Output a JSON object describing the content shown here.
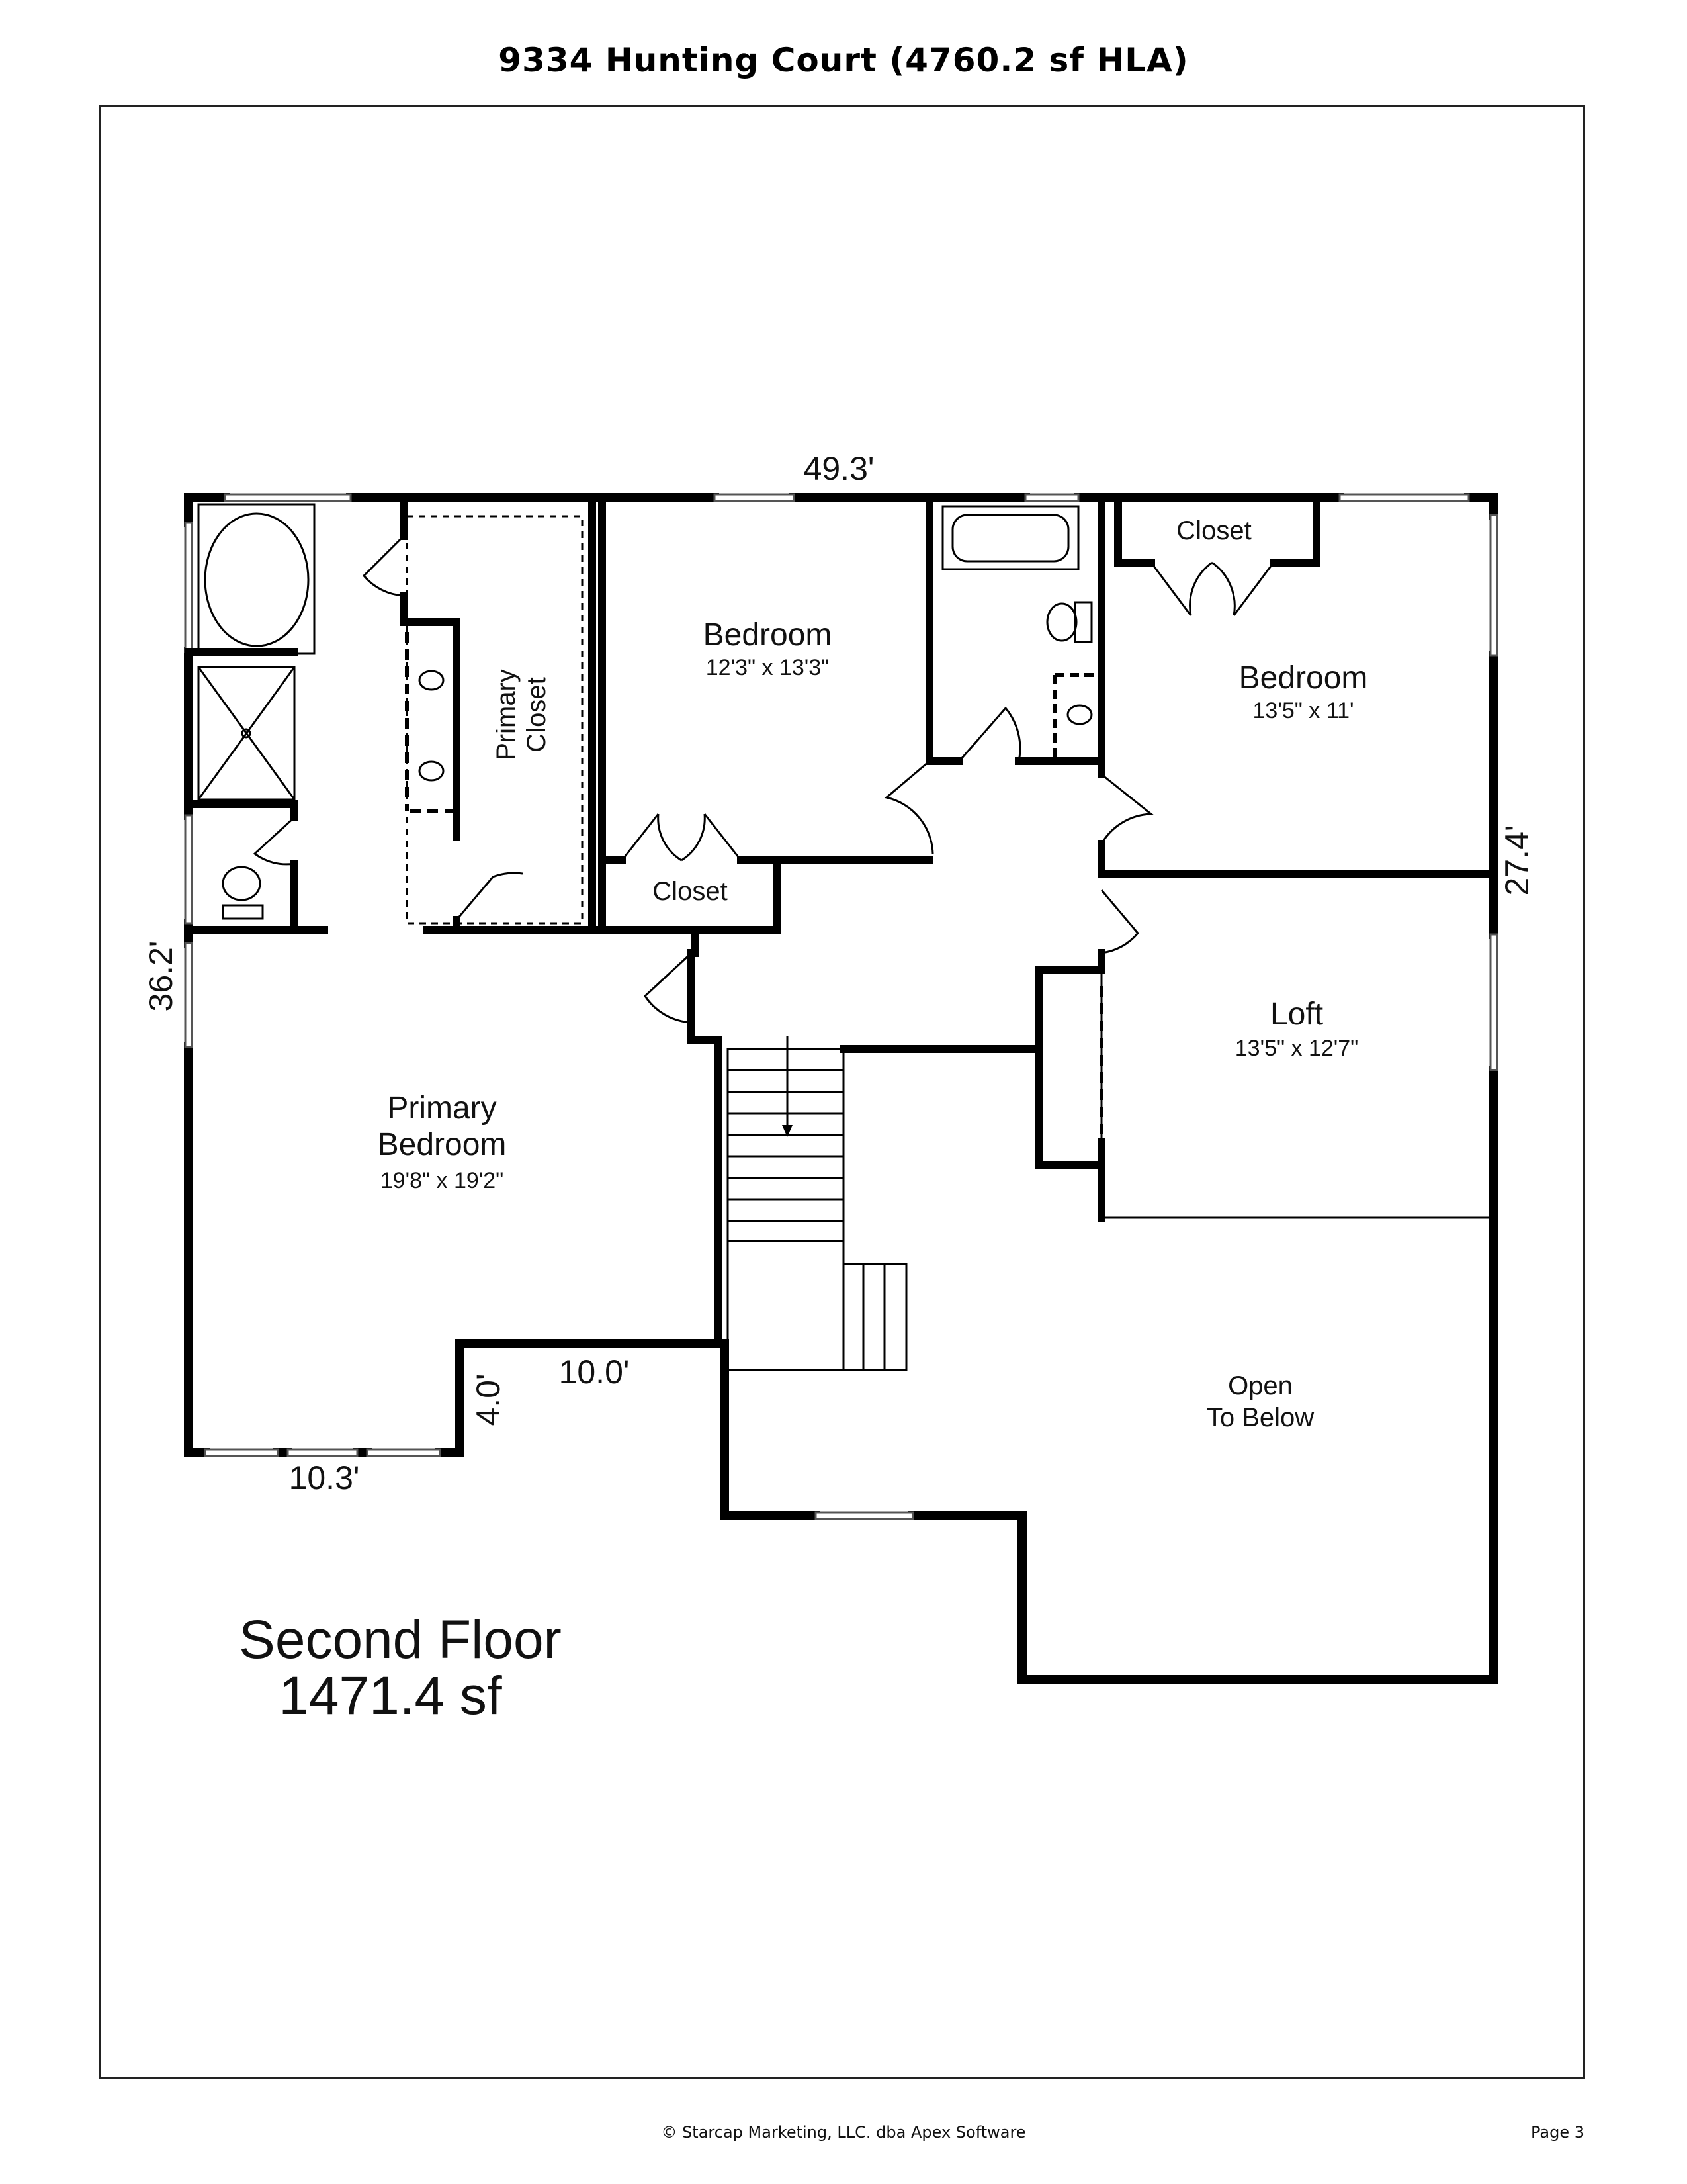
{
  "header": {
    "title": "9334 Hunting Court (4760.2 sf HLA)"
  },
  "rooms": {
    "bedroom_1": {
      "name": "Bedroom",
      "dims": "12'3\" x 13'3\""
    },
    "bedroom_2": {
      "name": "Bedroom",
      "dims": "13'5\" x 11'"
    },
    "primary_closet": {
      "line1": "Primary",
      "line2": "Closet"
    },
    "closet_top": {
      "name": "Closet"
    },
    "closet_mid": {
      "name": "Closet"
    },
    "loft": {
      "name": "Loft",
      "dims": "13'5\" x 12'7\""
    },
    "primary_bedroom": {
      "line1": "Primary",
      "line2": "Bedroom",
      "dims": "19'8\" x 19'2\""
    },
    "open_below": {
      "line1": "Open",
      "line2": "To Below"
    }
  },
  "dimensions": {
    "top": "49.3'",
    "left": "36.2'",
    "right": "27.4'",
    "notch_width": "10.0'",
    "notch_height": "4.0'",
    "bottom_left": "10.3'"
  },
  "floor": {
    "name": "Second Floor",
    "area": "1471.4 sf"
  },
  "footer": {
    "copyright": "© Starcap Marketing, LLC. dba Apex Software",
    "page": "Page 3"
  }
}
